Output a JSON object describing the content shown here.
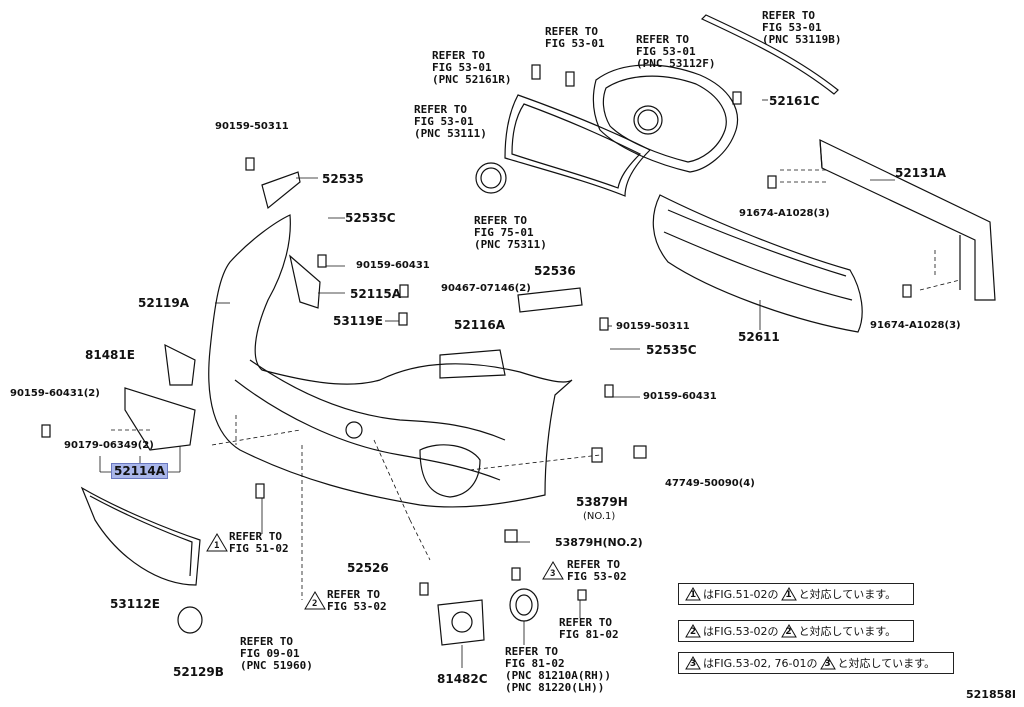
{
  "labels": {
    "r1": "REFER TO\nFIG 53-01\n(PNC 53119B)",
    "r2": "REFER TO\nFIG 53-01",
    "r3": "REFER TO\nFIG 53-01\n(PNC 53112F)",
    "r4": "REFER TO\nFIG 53-01\n(PNC 52161R)",
    "r5": "REFER TO\nFIG 53-01\n(PNC 53111)",
    "r6": "REFER TO\nFIG 75-01\n(PNC 75311)",
    "r7": "REFER TO\nFIG 51-02",
    "r8": "REFER TO\nFIG 53-02",
    "r9": "REFER TO\nFIG 09-01\n(PNC 51960)",
    "r10": "REFER TO\nFIG 53-02",
    "r11": "REFER TO\nFIG 81-02",
    "r12": "REFER TO\nFIG 81-02\n(PNC 81210A(RH))\n(PNC 81220(LH))"
  },
  "parts": {
    "p52161C": "52161C",
    "p52131A": "52131A",
    "p91674a": "91674-A1028(3)",
    "p91674b": "91674-A1028(3)",
    "p52611": "52611",
    "p90159_50311a": "90159-50311",
    "p52535": "52535",
    "p52535C_a": "52535C",
    "p90159_60431a": "90159-60431",
    "p52115A": "52115A",
    "p52119A": "52119A",
    "p90467": "90467-07146(2)",
    "p52536": "52536",
    "p53119E": "53119E",
    "p52116A": "52116A",
    "p90159_50311b": "90159-50311",
    "p52535C_b": "52535C",
    "p81481E": "81481E",
    "p90159_60431b": "90159-60431",
    "p90159_60431c": "90159-60431(2)",
    "p90179": "90179-06349(2)",
    "p52114A": "52114A",
    "p47749": "47749-50090(4)",
    "p53879H": "53879H",
    "p53879H_n1": "(NO.1)",
    "p53879H_n2": "53879H(NO.2)",
    "p53112E": "53112E",
    "p52526": "52526",
    "p52129B": "52129B",
    "p81482C": "81482C"
  },
  "notes": [
    {
      "n": "1",
      "pre": "はFIG.51-02の",
      "post": "と対応しています。"
    },
    {
      "n": "2",
      "pre": "はFIG.53-02の",
      "post": "と対応しています。"
    },
    {
      "n": "3",
      "pre": "はFIG.53-02, 76-01の",
      "post": "と対応しています。"
    }
  ],
  "marks": {
    "m1": "1",
    "m2": "2",
    "m3": "3"
  },
  "ref_id": "521858I"
}
